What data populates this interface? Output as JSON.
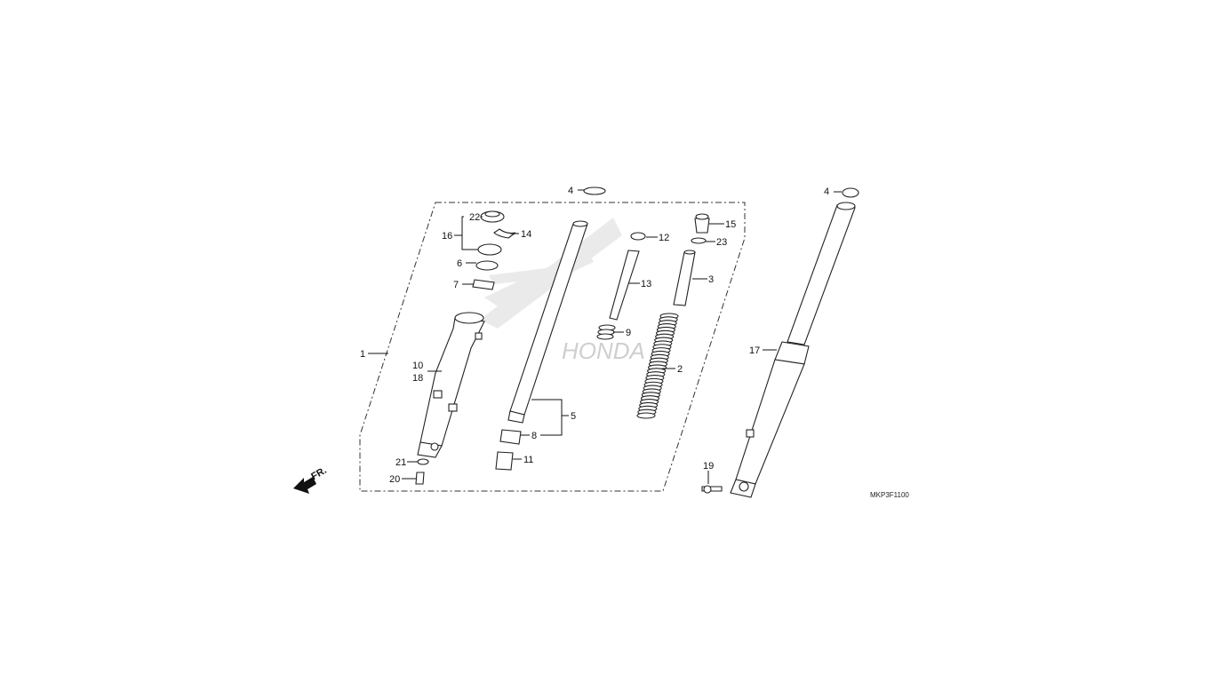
{
  "diagram": {
    "code": "MKP3F1100",
    "direction_label": "FR.",
    "watermark_text": "HONDA",
    "callouts": {
      "c1": "1",
      "c2": "2",
      "c3": "3",
      "c4a": "4",
      "c4b": "4",
      "c5": "5",
      "c6": "6",
      "c7": "7",
      "c8": "8",
      "c9": "9",
      "c10": "10",
      "c11": "11",
      "c12": "12",
      "c13": "13",
      "c14": "14",
      "c15": "15",
      "c16": "16",
      "c17": "17",
      "c18": "18",
      "c19": "19",
      "c20": "20",
      "c21": "21",
      "c22": "22",
      "c23": "23"
    }
  }
}
